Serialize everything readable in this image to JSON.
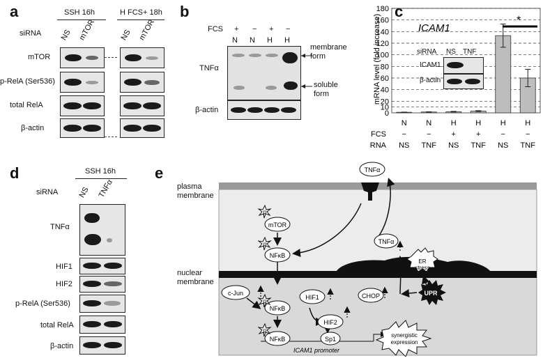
{
  "panel_a": {
    "letter": "a",
    "group_left": "SSH 16h",
    "group_right": "H FCS+ 18h",
    "sirna_label": "siRNA",
    "lanes": [
      "NS",
      "mTOR",
      "NS",
      "mTOR"
    ],
    "rows": [
      "mTOR",
      "p-RelA (Ser536)",
      "total RelA",
      "β-actin"
    ]
  },
  "panel_b": {
    "letter": "b",
    "fcs_label": "FCS",
    "fcs_values": [
      "+",
      "−",
      "+",
      "−"
    ],
    "lanes": [
      "N",
      "N",
      "H",
      "H"
    ],
    "row_top": "TNFα",
    "row_bottom": "β-actin",
    "membrane_form": "membrane form",
    "soluble_form": "soluble form"
  },
  "panel_c": {
    "letter": "c",
    "gene": "ICAM1",
    "significance": "*",
    "ylabel": "mRNA level (fold increase)",
    "fcs_label": "FCS",
    "sirna_label": "siRNA",
    "inset": {
      "sirna_label": "siRNA",
      "lanes": [
        "NS",
        "TNF"
      ],
      "rows": [
        "ICAM1",
        "β-actin"
      ]
    }
  },
  "chart_data": {
    "type": "bar",
    "title": "ICAM1",
    "xlabel": "",
    "ylabel": "mRNA level (fold increase)",
    "ylim": [
      0,
      180
    ],
    "yticks": [
      0,
      10,
      20,
      40,
      60,
      80,
      100,
      120,
      140,
      160,
      180
    ],
    "grid": true,
    "categories": [
      "N",
      "N",
      "H",
      "H",
      "H",
      "H"
    ],
    "fcs": [
      "−",
      "−",
      "+",
      "+",
      "−",
      "−"
    ],
    "sirna": [
      "NS",
      "TNF",
      "NS",
      "TNF",
      "NS",
      "TNF"
    ],
    "values": [
      1,
      1.5,
      2,
      3,
      133,
      60
    ],
    "errors": [
      0.3,
      0.3,
      0.5,
      0.8,
      20,
      15
    ]
  },
  "panel_d": {
    "letter": "d",
    "group": "SSH 16h",
    "sirna_label": "siRNA",
    "lanes": [
      "NS",
      "TNFα"
    ],
    "rows": [
      "TNFα",
      "HIF1",
      "HIF2",
      "p-RelA (Ser536)",
      "total RelA",
      "β-actin"
    ]
  },
  "panel_e": {
    "letter": "e",
    "plasma_membrane": "plasma\nmembrane",
    "nuclear_membrane": "nuclear\nmembrane",
    "nodes": {
      "tnf_top": "TNFα",
      "mtor": "mTOR",
      "nfkb_cyto": "NFκB",
      "tnf_cyto": "TNFα",
      "er_stress": "ER\nstress",
      "cjun": "c-Jun",
      "nfkb_nuc": "NFκB",
      "hif1": "HIF1",
      "chop": "CHOP",
      "upr": "UPR",
      "hif2": "HIF2",
      "sp1": "Sp1",
      "nfkb_promoter": "NFκB",
      "synergistic": "synergistic\nexpression",
      "phospho": "p"
    },
    "promoter_label": "ICAM1 promoter",
    "colors": {
      "cytoplasm": "#ececec",
      "nucleus": "#d9d9d9",
      "membrane": "#9a9a9a",
      "nuclear_membrane": "#111111"
    }
  }
}
